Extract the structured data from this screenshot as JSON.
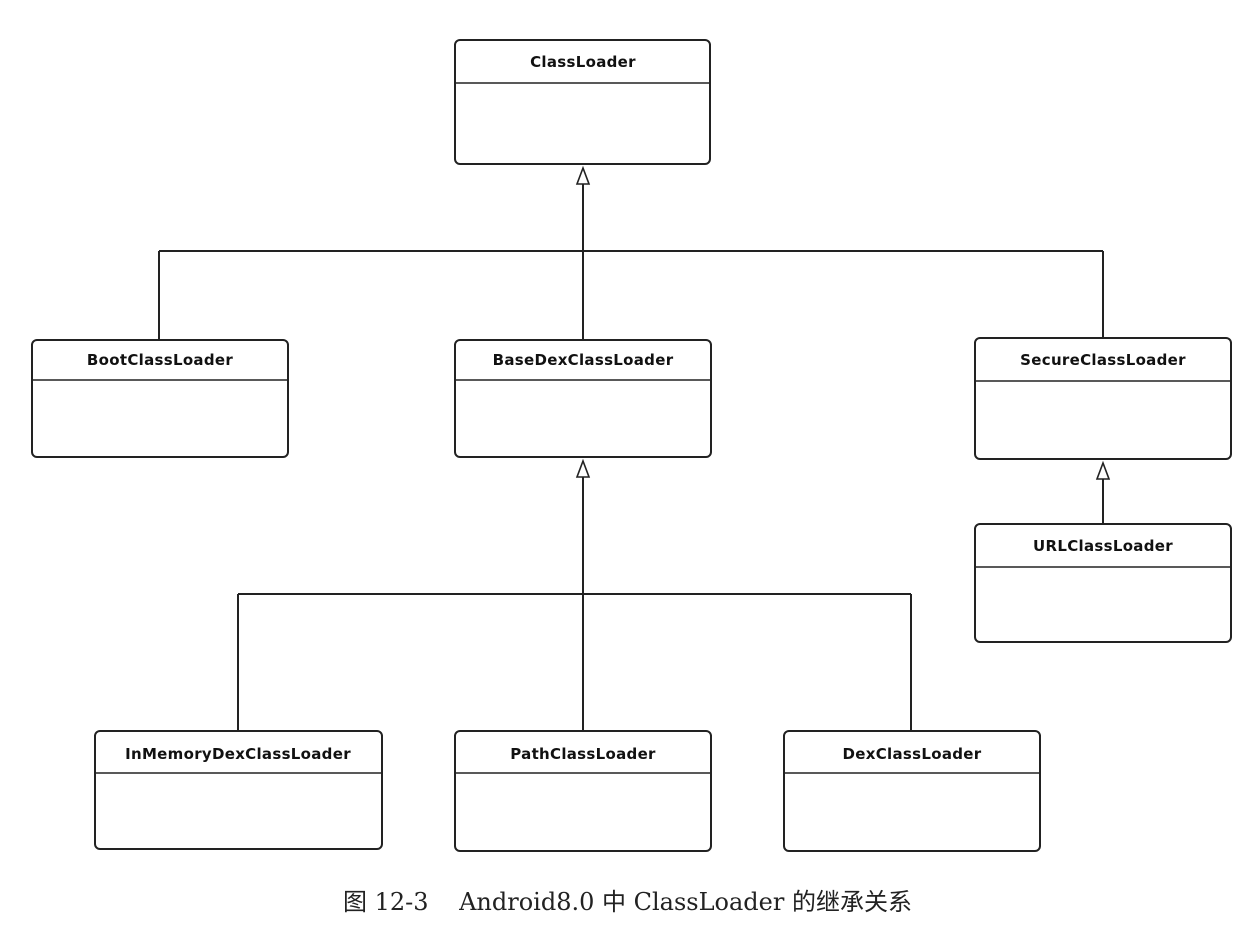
{
  "diagram": {
    "classes": {
      "classloader": {
        "name": "ClassLoader"
      },
      "bootclassloader": {
        "name": "BootClassLoader"
      },
      "basedexclassloader": {
        "name": "BaseDexClassLoader"
      },
      "secureclassloader": {
        "name": "SecureClassLoader"
      },
      "urlclassloader": {
        "name": "URLClassLoader"
      },
      "inmemorydexclassloader": {
        "name": "InMemoryDexClassLoader"
      },
      "pathclassloader": {
        "name": "PathClassLoader"
      },
      "dexclassloader": {
        "name": "DexClassLoader"
      }
    },
    "inheritance": [
      {
        "child": "BootClassLoader",
        "parent": "ClassLoader"
      },
      {
        "child": "BaseDexClassLoader",
        "parent": "ClassLoader"
      },
      {
        "child": "SecureClassLoader",
        "parent": "ClassLoader"
      },
      {
        "child": "URLClassLoader",
        "parent": "SecureClassLoader"
      },
      {
        "child": "InMemoryDexClassLoader",
        "parent": "BaseDexClassLoader"
      },
      {
        "child": "PathClassLoader",
        "parent": "BaseDexClassLoader"
      },
      {
        "child": "DexClassLoader",
        "parent": "BaseDexClassLoader"
      }
    ]
  },
  "caption": {
    "text": "图 12-3    Android8.0 中 ClassLoader 的继承关系"
  }
}
